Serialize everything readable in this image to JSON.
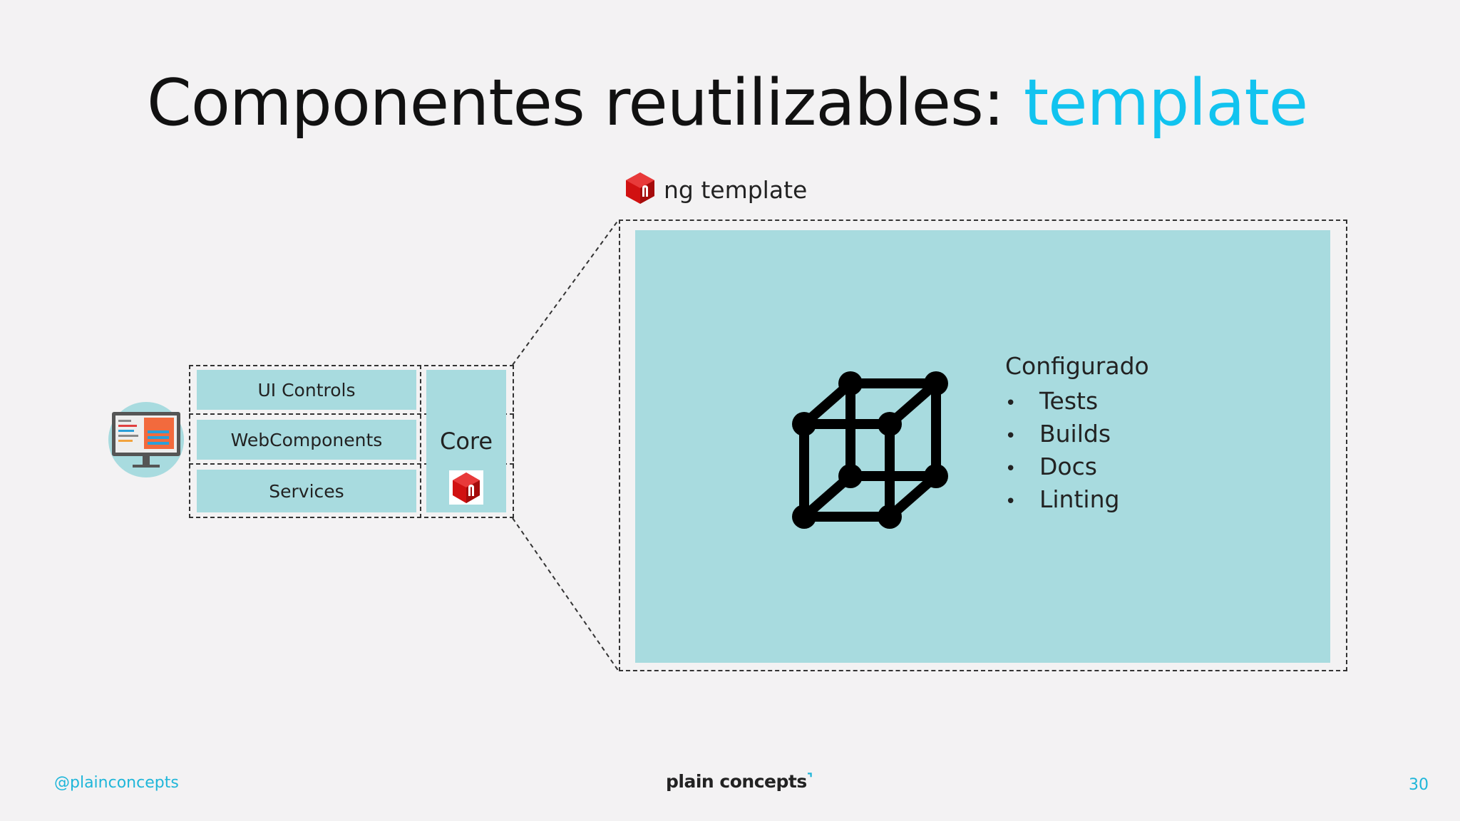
{
  "slide": {
    "title_main": "Componentes reutilizables: ",
    "title_accent": "template",
    "accent_color": "#11c3ef",
    "panel_color": "#a8dbdf"
  },
  "template_box": {
    "label": "ng template",
    "icon": "ng-cube-logo-icon",
    "section_title": "Configurado",
    "items": [
      "Tests",
      "Builds",
      "Docs",
      "Linting"
    ],
    "cube_icon": "3d-cube-icon"
  },
  "architecture": {
    "rows": [
      "UI Controls",
      "WebComponents",
      "Services"
    ],
    "core_label": "Core",
    "computer_icon": "computer-monitor-icon",
    "core_icon": "ng-cube-logo-icon"
  },
  "footer": {
    "handle": "@plainconcepts",
    "brand": "plain concepts",
    "page_number": "30"
  }
}
